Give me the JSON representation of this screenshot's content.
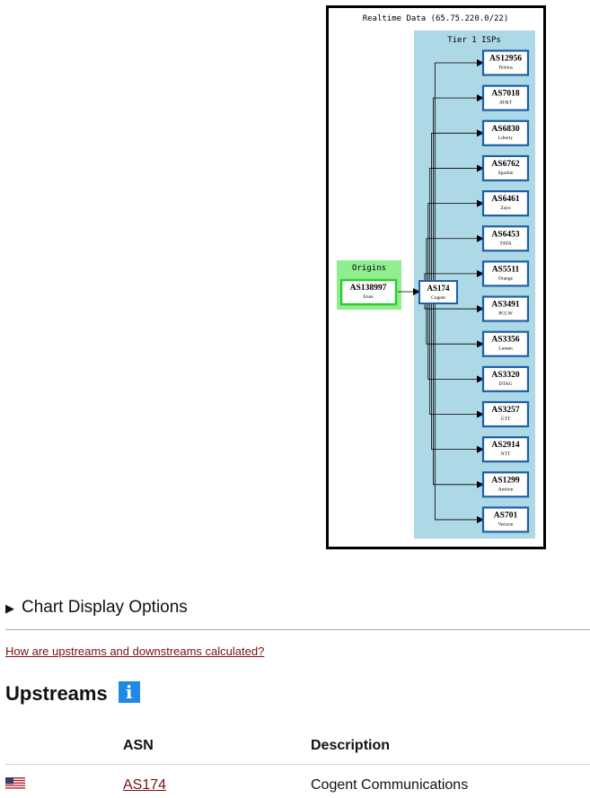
{
  "graph": {
    "title": "Realtime Data (65.75.220.0/22)",
    "origins_label": "Origins",
    "tier1_label": "Tier 1 ISPs",
    "origin": {
      "asn": "AS138997",
      "name": "Enns"
    },
    "hub": {
      "asn": "AS174",
      "name": "Cogent"
    },
    "isps": [
      {
        "asn": "AS12956",
        "name": "Telxius"
      },
      {
        "asn": "AS7018",
        "name": "AT&T"
      },
      {
        "asn": "AS6830",
        "name": "Liberty"
      },
      {
        "asn": "AS6762",
        "name": "Sparkle"
      },
      {
        "asn": "AS6461",
        "name": "Zayo"
      },
      {
        "asn": "AS6453",
        "name": "TATA"
      },
      {
        "asn": "AS5511",
        "name": "Orange"
      },
      {
        "asn": "AS3491",
        "name": "PCCW"
      },
      {
        "asn": "AS3356",
        "name": "Lumen"
      },
      {
        "asn": "AS3320",
        "name": "DTAG"
      },
      {
        "asn": "AS3257",
        "name": "GTT"
      },
      {
        "asn": "AS2914",
        "name": "NTT"
      },
      {
        "asn": "AS1299",
        "name": "Arelion"
      },
      {
        "asn": "AS701",
        "name": "Verizon"
      }
    ],
    "colors": {
      "tier1_bg": "#add8e6",
      "origins_bg": "#90ee90",
      "node_border": "#1f5fa8",
      "origin_border": "#2fcc2f"
    }
  },
  "options_toggle": "Chart Display Options",
  "faq_link": "How are upstreams and downstreams calculated?",
  "upstreams": {
    "heading": "Upstreams",
    "info_icon": "info-icon",
    "columns": [
      "ASN",
      "Description"
    ],
    "rows": [
      {
        "flag": "us-flag-icon",
        "asn": "AS174",
        "description": "Cogent Communications"
      }
    ]
  }
}
